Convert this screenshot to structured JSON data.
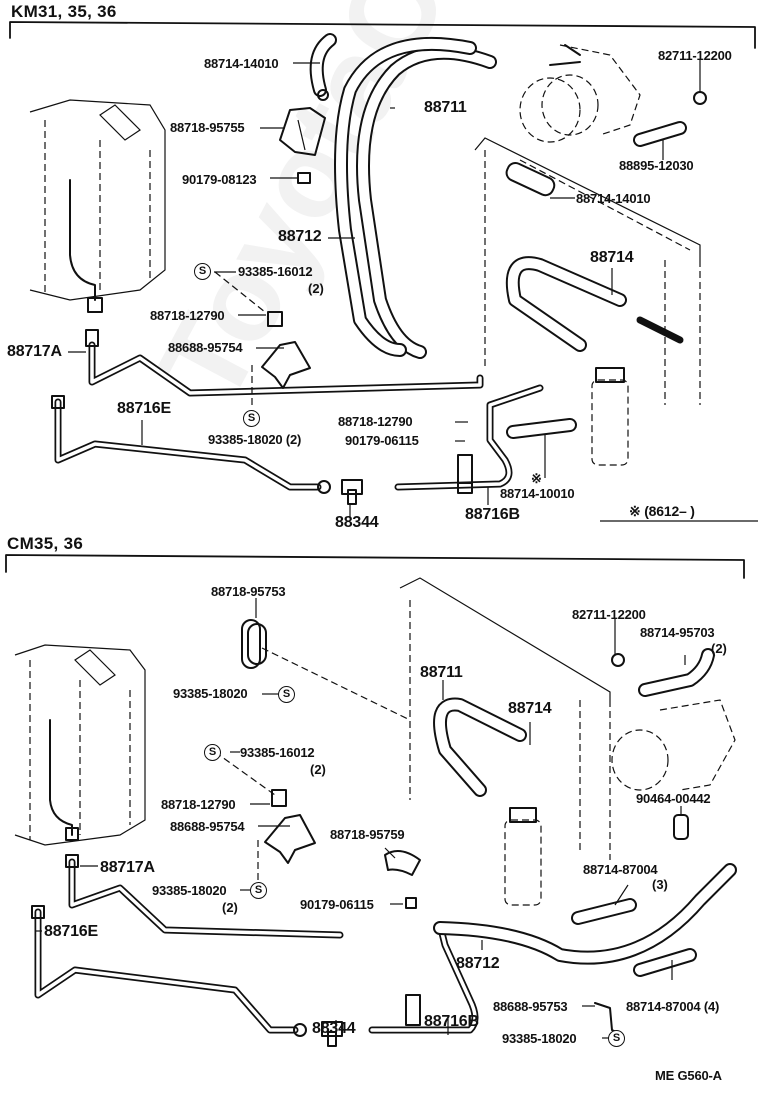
{
  "watermark": "ToyotaCarline.ru",
  "sections": [
    {
      "title": "KM31, 35, 36",
      "labels": {
        "hose_14010_a": "88714-14010",
        "clamp_95755": "88718-95755",
        "nut_08123": "90179-08123",
        "pipe_88711": "88711",
        "pipe_88712": "88712",
        "bolt_16012": "93385-16012",
        "bolt_16012_qty": "(2)",
        "clamp_12790_a": "88718-12790",
        "bracket_95754": "88688-95754",
        "pipe_88717a": "88717A",
        "pipe_88716e": "88716E",
        "bolt_18020": "93385-18020 (2)",
        "clamp_12790_b": "88718-12790",
        "nut_06115": "90179-06115",
        "valve_88344": "88344",
        "pipe_88716b": "88716B",
        "hose_10010": "88714-10010",
        "clamp_12200": "82711-12200",
        "hose_12030": "88895-12030",
        "hose_14010_b": "88714-14010",
        "hose_88714": "88714",
        "footnote": "※ (8612–        )",
        "footnote_mark": "※"
      }
    },
    {
      "title": "CM35, 36",
      "labels": {
        "clamp_95753": "88718-95753",
        "bolt_18020_a": "93385-18020",
        "bolt_16012": "93385-16012",
        "bolt_16012_qty": "(2)",
        "clamp_12790": "88718-12790",
        "bracket_95754": "88688-95754",
        "pipe_88717a": "88717A",
        "bolt_18020_b": "93385-18020",
        "bolt_18020_b_qty": "(2)",
        "pipe_88716e": "88716E",
        "clamp_95759": "88718-95759",
        "nut_06115": "90179-06115",
        "valve_88344": "88344",
        "pipe_88716b": "88716B",
        "pipe_88712": "88712",
        "pipe_88711": "88711",
        "hose_88714": "88714",
        "clamp_12200": "82711-12200",
        "hose_95703": "88714-95703",
        "hose_95703_qty": "(2)",
        "clip_00442": "90464-00442",
        "hose_87004_a": "88714-87004",
        "hose_87004_a_qty": "(3)",
        "bracket_95753": "88688-95753",
        "hose_87004_b": "88714-87004 (4)",
        "bolt_18020_c": "93385-18020"
      }
    }
  ],
  "symbol_s": "S",
  "figure_ref": "ME  G560-A"
}
